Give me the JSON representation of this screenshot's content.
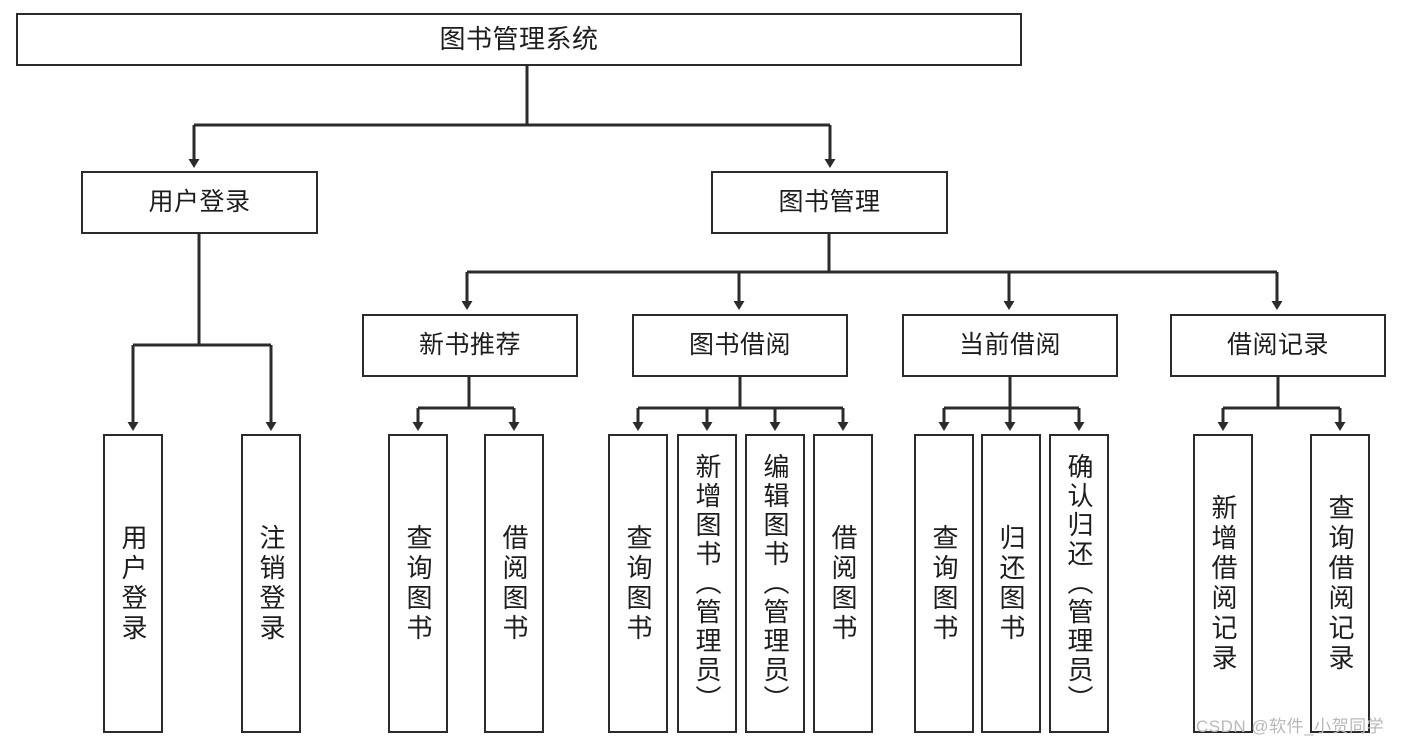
{
  "diagram": {
    "type": "tree-hierarchy",
    "title": "图书管理系统",
    "watermark": "CSDN @软件_小贺同学",
    "colors": {
      "box_border": "#2b2b2b",
      "box_fill": "#ffffff",
      "edge": "#2b2b2b",
      "text": "#1d1d1d",
      "watermark": "#b9b9b9"
    },
    "levels": [
      {
        "level": 1,
        "nodes": [
          {
            "id": "root",
            "label": "图书管理系统",
            "orientation": "horizontal"
          }
        ]
      },
      {
        "level": 2,
        "nodes": [
          {
            "id": "user-login",
            "label": "用户登录",
            "orientation": "horizontal",
            "parent": "root"
          },
          {
            "id": "book-management",
            "label": "图书管理",
            "orientation": "horizontal",
            "parent": "root"
          }
        ]
      },
      {
        "level": 3,
        "nodes": [
          {
            "id": "new-book-recommend",
            "label": "新书推荐",
            "orientation": "horizontal",
            "parent": "book-management"
          },
          {
            "id": "book-borrow",
            "label": "图书借阅",
            "orientation": "horizontal",
            "parent": "book-management"
          },
          {
            "id": "current-borrow",
            "label": "当前借阅",
            "orientation": "horizontal",
            "parent": "book-management"
          },
          {
            "id": "borrow-record",
            "label": "借阅记录",
            "orientation": "horizontal",
            "parent": "book-management"
          }
        ]
      },
      {
        "level": 4,
        "nodes": [
          {
            "id": "leaf-user-login",
            "label": "用户登录",
            "orientation": "vertical",
            "parent": "user-login"
          },
          {
            "id": "leaf-logout-login",
            "label": "注销登录",
            "orientation": "vertical",
            "parent": "user-login"
          },
          {
            "id": "leaf-query-book-1",
            "label": "查询图书",
            "orientation": "vertical",
            "parent": "new-book-recommend"
          },
          {
            "id": "leaf-borrow-book-1",
            "label": "借阅图书",
            "orientation": "vertical",
            "parent": "new-book-recommend"
          },
          {
            "id": "leaf-query-book-2",
            "label": "查询图书",
            "orientation": "vertical",
            "parent": "book-borrow"
          },
          {
            "id": "leaf-add-book",
            "label": "新增图书（管理员）",
            "orientation": "vertical",
            "parent": "book-borrow"
          },
          {
            "id": "leaf-edit-book",
            "label": "编辑图书（管理员）",
            "orientation": "vertical",
            "parent": "book-borrow"
          },
          {
            "id": "leaf-borrow-book-2",
            "label": "借阅图书",
            "orientation": "vertical",
            "parent": "book-borrow"
          },
          {
            "id": "leaf-query-book-3",
            "label": "查询图书",
            "orientation": "vertical",
            "parent": "current-borrow"
          },
          {
            "id": "leaf-return-book",
            "label": "归还图书",
            "orientation": "vertical",
            "parent": "current-borrow"
          },
          {
            "id": "leaf-confirm-return",
            "label": "确认归还（管理员）",
            "orientation": "vertical",
            "parent": "current-borrow"
          },
          {
            "id": "leaf-add-record",
            "label": "新增借阅记录",
            "orientation": "vertical",
            "parent": "borrow-record"
          },
          {
            "id": "leaf-query-record",
            "label": "查询借阅记录",
            "orientation": "vertical",
            "parent": "borrow-record"
          }
        ]
      }
    ]
  }
}
